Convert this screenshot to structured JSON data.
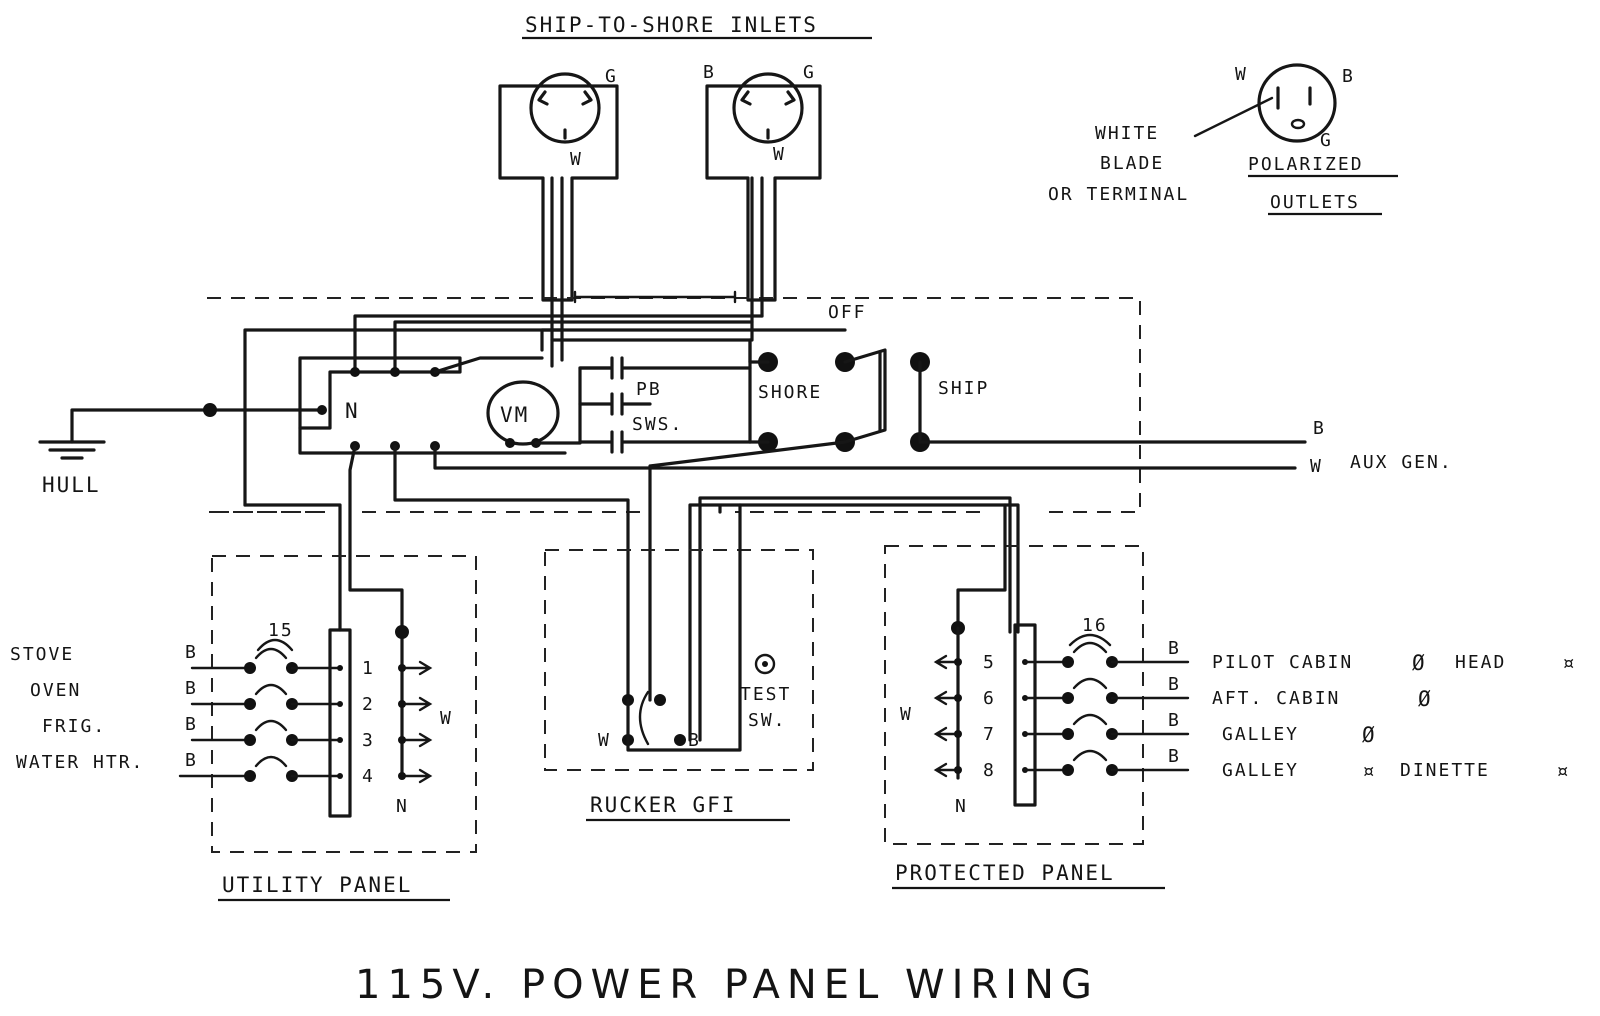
{
  "title": "115V. POWER PANEL WIRING",
  "inlets": {
    "title": "SHIP-TO-SHORE INLETS",
    "inlet1": {
      "g": "G",
      "w": "W"
    },
    "inlet2": {
      "b": "B",
      "g": "G",
      "w": "W"
    }
  },
  "polarized": {
    "title_line1": "POLARIZED",
    "title_line2": "OUTLETS",
    "w": "W",
    "b": "B",
    "g": "G",
    "note_line1": "WHITE",
    "note_line2": "BLADE",
    "note_line3": "OR TERMINAL"
  },
  "main": {
    "hull": "HULL",
    "neutral": "N",
    "vm": "VM",
    "pb": "PB",
    "sws": "SWS.",
    "shore": "SHORE",
    "off": "OFF",
    "ship": "SHIP",
    "aux_b": "B",
    "aux_w": "W",
    "aux_gen": "AUX GEN."
  },
  "utility": {
    "title": "UTILITY PANEL",
    "breaker_rating": "15",
    "loads": [
      {
        "label": "STOVE",
        "wire": "B",
        "num": "1"
      },
      {
        "label": "OVEN",
        "wire": "B",
        "num": "2"
      },
      {
        "label": "FRIG.",
        "wire": "B",
        "num": "3"
      },
      {
        "label": "WATER HTR.",
        "wire": "B",
        "num": "4"
      }
    ],
    "w": "W",
    "n": "N"
  },
  "gfi": {
    "title": "RUCKER GFI",
    "test_line1": "TEST",
    "test_line2": "SW.",
    "w": "W",
    "b": "B"
  },
  "protected": {
    "title": "PROTECTED PANEL",
    "breaker_rating": "16",
    "loads": [
      {
        "num": "5",
        "wire": "B",
        "label": "PILOT CABIN",
        "sym": "Ø",
        "label2": "HEAD",
        "sym2": "¤"
      },
      {
        "num": "6",
        "wire": "B",
        "label": "AFT. CABIN",
        "sym": "Ø",
        "label2": "",
        "sym2": ""
      },
      {
        "num": "7",
        "wire": "B",
        "label": "GALLEY",
        "sym": "Ø",
        "label2": "",
        "sym2": ""
      },
      {
        "num": "8",
        "wire": "B",
        "label": "GALLEY",
        "sym": "¤",
        "label2": "DINETTE",
        "sym2": "¤"
      }
    ],
    "w": "W",
    "n": "N"
  }
}
